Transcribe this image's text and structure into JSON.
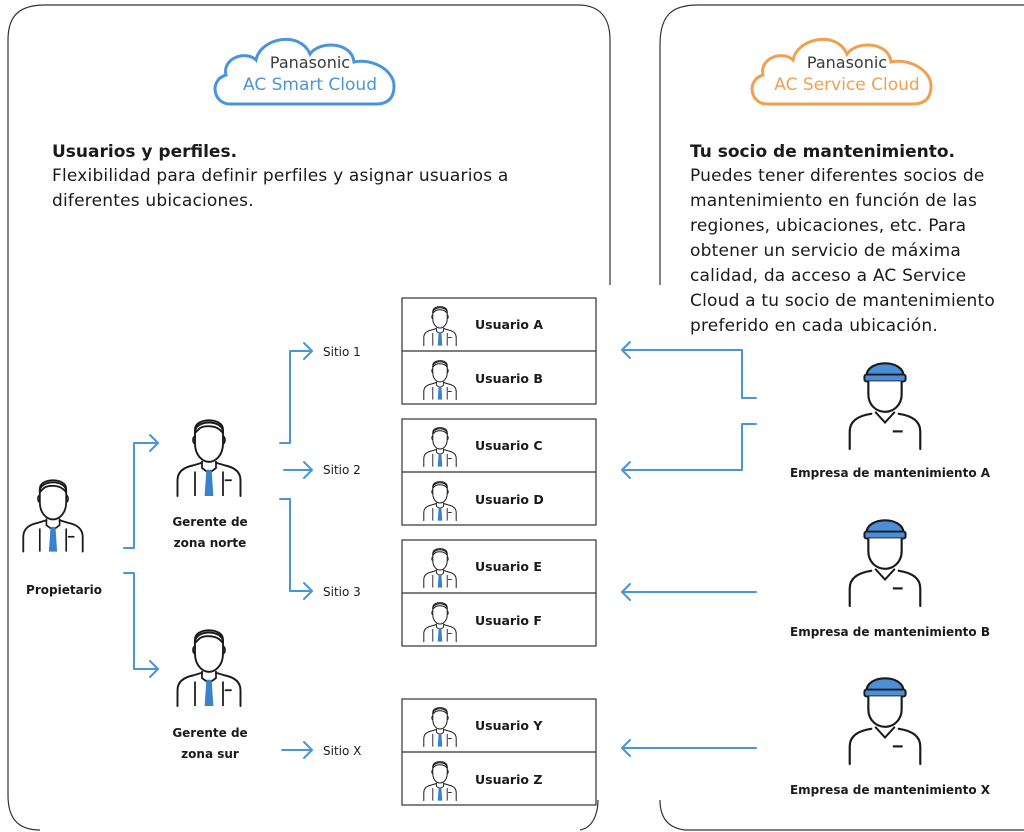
{
  "clouds": [
    {
      "brand": "Panasonic",
      "name": "AC Smart Cloud",
      "color": "#4a95d6"
    },
    {
      "brand": "Panasonic",
      "name": "AC Service Cloud",
      "color": "#f0a050"
    }
  ],
  "left": {
    "heading": "Usuarios y perfiles.",
    "lines": [
      "Flexibilidad para definir perfiles y asignar usuarios a",
      "diferentes ubicaciones."
    ]
  },
  "right": {
    "heading": "Tu socio de mantenimiento.",
    "lines": [
      "Puedes tener diferentes socios de",
      "mantenimiento en función de las",
      "regiones, ubicaciones, etc. Para",
      "obtener un servicio de máxima",
      "calidad, da acceso a AC Service",
      "Cloud a tu socio de mantenimiento",
      "preferido en cada ubicación."
    ]
  },
  "people": {
    "owner": "Propietario",
    "north": [
      "Gerente de",
      "zona norte"
    ],
    "south": [
      "Gerente de",
      "zona sur"
    ]
  },
  "sites": [
    "Sitio 1",
    "Sitio 2",
    "Sitio 3",
    "Sitio X"
  ],
  "users": [
    "Usuario A",
    "Usuario B",
    "Usuario C",
    "Usuario D",
    "Usuario E",
    "Usuario F",
    "Usuario Y",
    "Usuario Z"
  ],
  "companies": [
    "Empresa de mantenimiento A",
    "Empresa de mantenimiento B",
    "Empresa de mantenimiento X"
  ],
  "colors": {
    "arrow": "#4a95d6",
    "tie": "#3a82c9",
    "cap": "#4a8fd8",
    "outline": "#1a1a1a",
    "frame": "#333333"
  },
  "icons": [
    "cloud-icon",
    "manager-icon",
    "user-icon",
    "technician-icon",
    "arrow-icon"
  ]
}
